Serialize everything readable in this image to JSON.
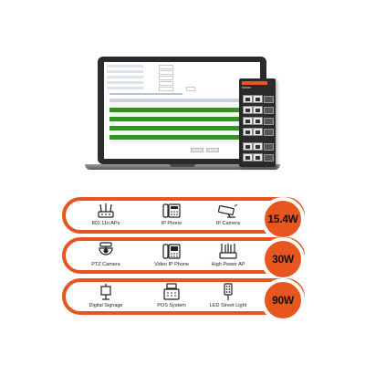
{
  "tiers": [
    {
      "power": "15.4W",
      "devices": [
        {
          "label": "802.11n APs",
          "icon": "wifi-access-point-icon"
        },
        {
          "label": "IP Phone",
          "icon": "ip-phone-icon"
        },
        {
          "label": "IP Camera",
          "icon": "ip-camera-icon"
        }
      ]
    },
    {
      "power": "30W",
      "devices": [
        {
          "label": "PTZ Camera",
          "icon": "ptz-camera-icon"
        },
        {
          "label": "Video IP Phone",
          "icon": "video-ip-phone-icon"
        },
        {
          "label": "High Power AP",
          "icon": "high-power-ap-icon"
        }
      ]
    },
    {
      "power": "90W",
      "devices": [
        {
          "label": "Digital Signage",
          "icon": "digital-signage-icon"
        },
        {
          "label": "POS System",
          "icon": "pos-system-icon"
        },
        {
          "label": "LED Street Light",
          "icon": "led-street-light-icon"
        }
      ]
    }
  ],
  "colors": {
    "accent": "#e8561f",
    "switch_body": "#2a2a2a",
    "table_green": "#3a8e2a"
  }
}
